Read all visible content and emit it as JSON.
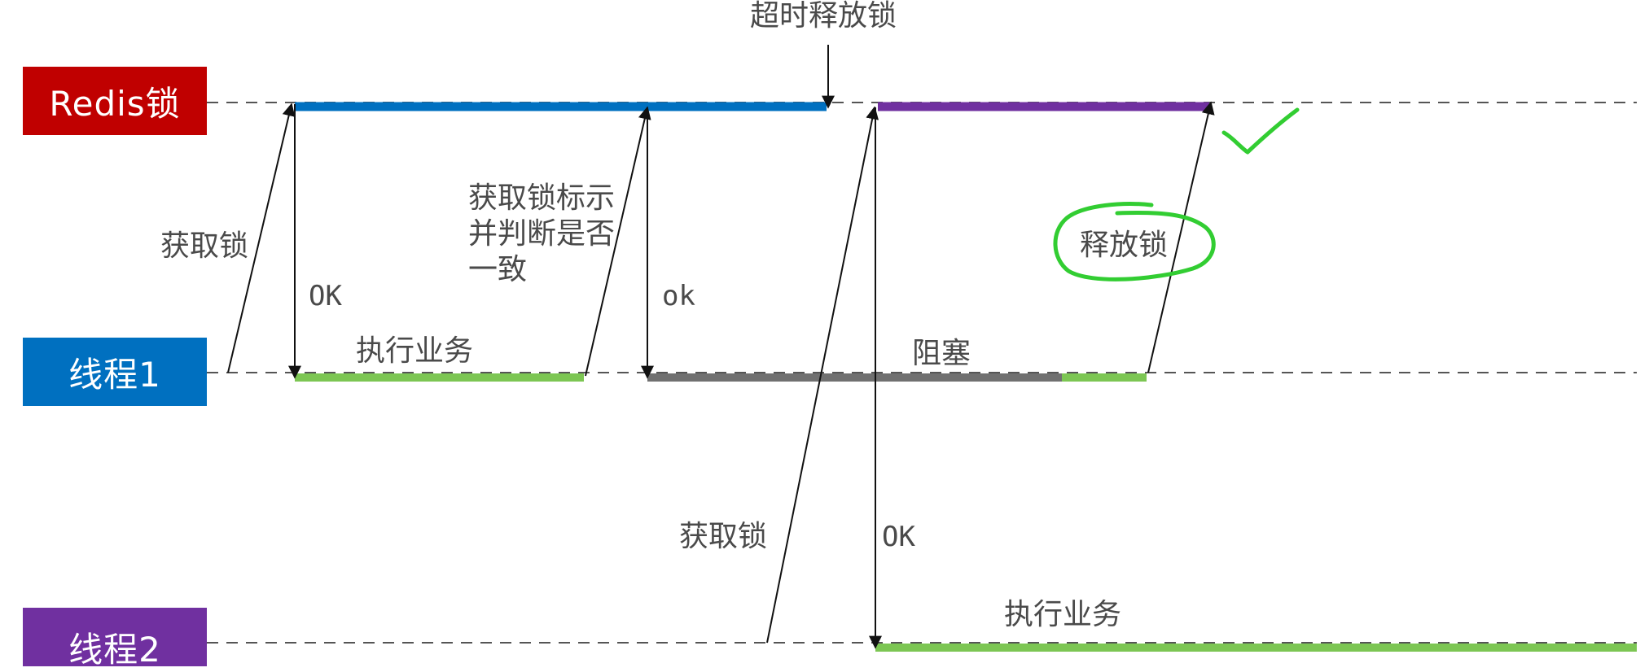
{
  "lanes": [
    {
      "key": "redis",
      "label": "Redis锁",
      "color": "#C00000"
    },
    {
      "key": "t1",
      "label": "线程1",
      "color": "#0070C0"
    },
    {
      "key": "t2",
      "label": "线程2",
      "color": "#7030A0"
    }
  ],
  "labels": {
    "timeout_release": "超时释放锁",
    "acquire_lock_1": "获取锁",
    "ok_1": "OK",
    "check_lock_id": "获取锁标示\n并判断是否\n一致",
    "ok_2": "ok",
    "run_business_1": "执行业务",
    "blocked": "阻塞",
    "release_lock": "释放锁",
    "acquire_lock_2": "获取锁",
    "ok_3": "OK",
    "run_business_2": "执行业务"
  },
  "colors": {
    "redis_hold_t1": "#0070C0",
    "redis_hold_t2": "#7030A0",
    "business": "#7CC653",
    "blocked": "#707070",
    "dash": "#555555",
    "arrow": "#111111",
    "handwriting": "#32CD32"
  }
}
